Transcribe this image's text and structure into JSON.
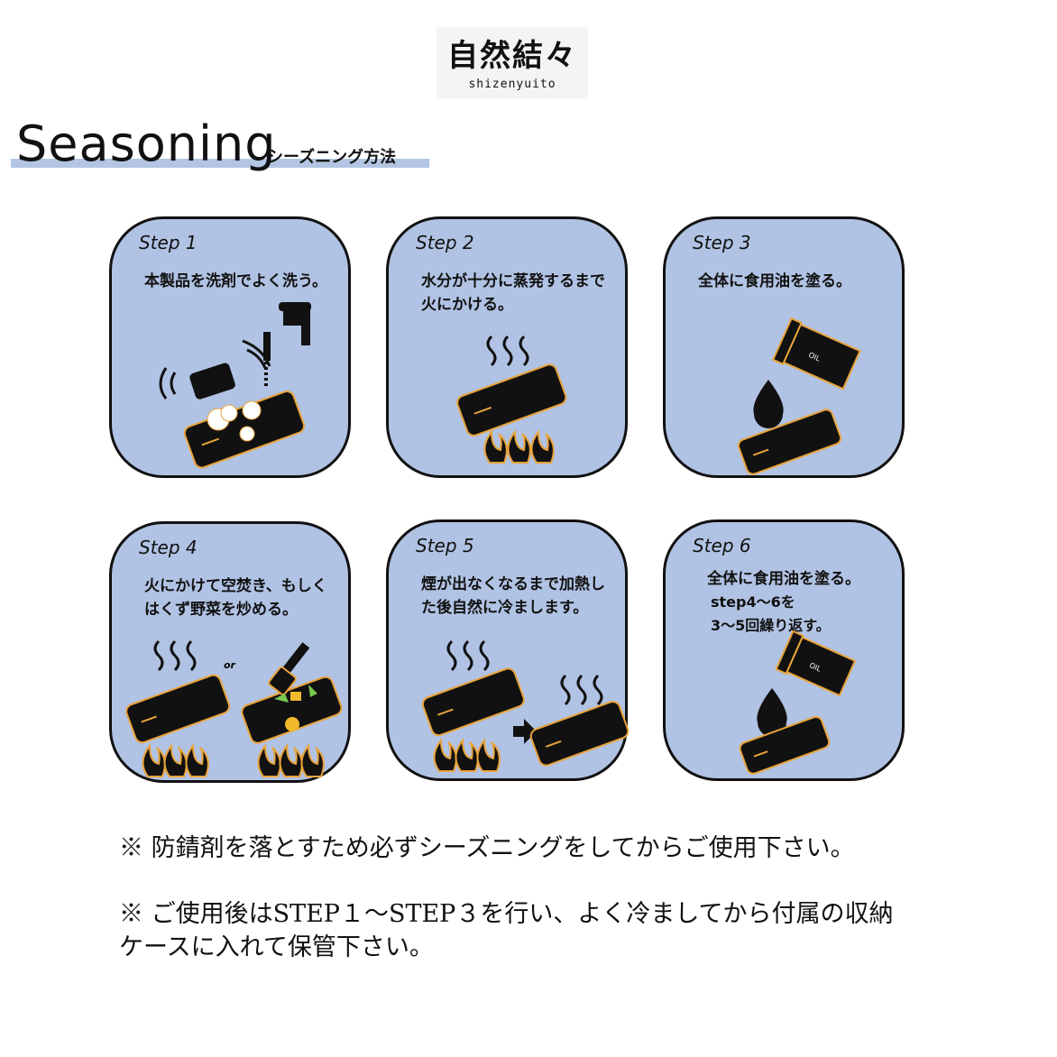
{
  "logo": {
    "mark": "自然結々",
    "sub": "shizenyuito"
  },
  "header": {
    "title": "Seasoning",
    "subtitle": "シーズニング方法"
  },
  "steps": [
    {
      "label": "Step 1",
      "text": "本製品を洗剤でよく洗う。"
    },
    {
      "label": "Step 2",
      "text": "水分が十分に蒸発するまで火にかける。"
    },
    {
      "label": "Step 3",
      "text": "全体に食用油を塗る。",
      "oil": "OIL"
    },
    {
      "label": "Step 4",
      "text": "火にかけて空焚き、もしくはくず野菜を炒める。",
      "or": "or"
    },
    {
      "label": "Step 5",
      "text": "煙が出なくなるまで加熱した後自然に冷まします。"
    },
    {
      "label": "Step 6",
      "text": "全体に食用油を塗る。",
      "text2": "step4〜6を",
      "text3": "3〜5回繰り返す。",
      "oil": "OIL"
    }
  ],
  "notes": [
    "※ 防錆剤を落とすため必ずシーズニングをしてからご使用下さい。",
    "※ ご使用後はSTEP１〜STEP３を行い、よく冷ましてから付属の収納ケースに入れて保管下さい。"
  ],
  "colors": {
    "panel": "#b1c3e4",
    "outline": "#111111",
    "accent": "#e9a33a",
    "band": "#b3c5e3"
  }
}
